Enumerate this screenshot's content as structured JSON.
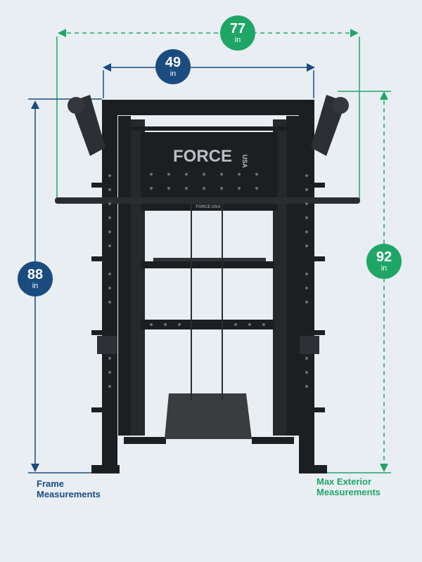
{
  "colors": {
    "background": "#e9eef3",
    "frame_color": "#1a4c80",
    "exterior_color": "#1fa667",
    "rack": "#1c1f22"
  },
  "product": {
    "brand_logo": "FORCE",
    "brand_logo_sub": "USA",
    "crossbar_logo": "FORCE USA"
  },
  "dimensions": {
    "exterior_width": {
      "value": "77",
      "unit": "in"
    },
    "frame_width": {
      "value": "49",
      "unit": "in"
    },
    "frame_height": {
      "value": "88",
      "unit": "in"
    },
    "exterior_height": {
      "value": "92",
      "unit": "in"
    }
  },
  "captions": {
    "frame": [
      "Frame",
      "Measurements"
    ],
    "exterior": [
      "Max Exterior",
      "Measurements"
    ]
  }
}
